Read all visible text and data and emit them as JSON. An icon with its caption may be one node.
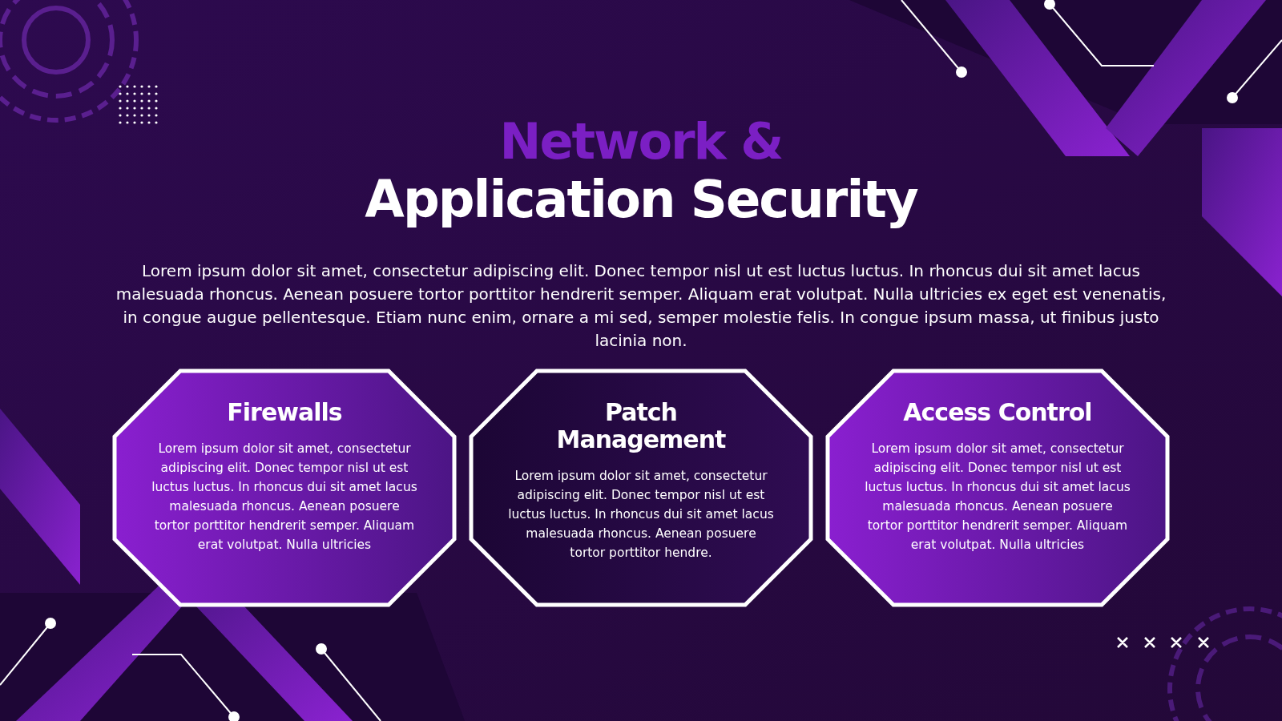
{
  "diagram": {
    "nodes": [
      {
        "text": [
          "Firewalls",
          "Lorem ipsum dolor sit amet, consectetur adipiscing elit. Donec tempor nisl ut est luctus luctus. In rhoncus dui sit amet lacus malesuada rhoncus. Aenean posuere tortor porttitor hendrerit semper. Aliquam erat volutpat. Nulla ultricies"
        ]
      },
      {
        "text": [
          "Patch Management",
          "Lorem ipsum dolor sit amet, consectetur adipiscing elit. Donec tempor nisl ut est luctus luctus. In rhoncus dui sit amet lacus malesuada rhoncus. Aenean posuere tortor porttitor hendre."
        ]
      },
      {
        "text": [
          "Access Control",
          "Lorem ipsum dolor sit amet, consectetur adipiscing elit. Donec tempor nisl ut est luctus luctus. In rhoncus dui sit amet lacus malesuada rhoncus. Aenean posuere tortor porttitor hendrerit semper. Aliquam erat volutpat. Nulla ultricies"
        ]
      }
    ],
    "labels": [
      "Network &",
      "Application Security",
      "Lorem ipsum dolor sit amet, consectetur adipiscing elit. Donec tempor nisl ut est luctus luctus. In rhoncus dui sit amet lacus malesuada rhoncus. Aenean posuere tortor porttitor hendrerit semper. Aliquam erat volutpat. Nulla ultricies ex eget est venenatis, in congue augue pellentesque. Etiam nunc enim, ornare a mi sed, semper molestie felis. In congue ipsum massa, ut finibus justo lacinia non."
    ]
  }
}
